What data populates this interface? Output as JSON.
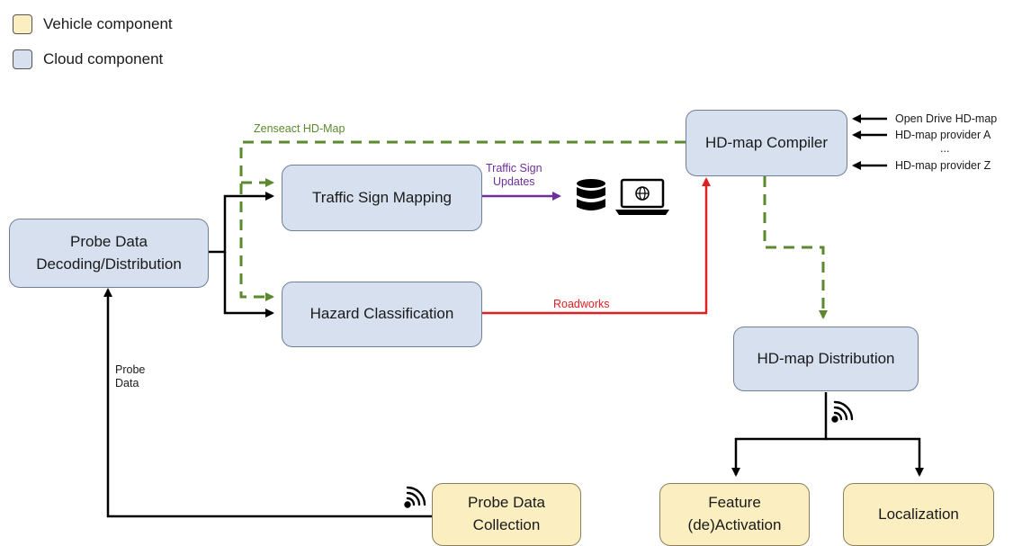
{
  "legend": {
    "vehicle_label": "Vehicle component",
    "cloud_label": "Cloud component",
    "vehicle_color": "#fbeec0",
    "cloud_color": "#d6e0ef"
  },
  "nodes": {
    "probe_decoding": "Probe Data\nDecoding/Distribution",
    "traffic_sign_mapping": "Traffic Sign Mapping",
    "hazard_classification": "Hazard Classification",
    "hd_map_compiler": "HD-map Compiler",
    "hd_map_distribution": "HD-map Distribution",
    "probe_collection": "Probe Data\nCollection",
    "feature_activation": "Feature\n(de)Activation",
    "localization": "Localization"
  },
  "edge_labels": {
    "zenseact_hd_map": "Zenseact HD-Map",
    "traffic_sign_updates": "Traffic Sign\nUpdates",
    "roadworks": "Roadworks",
    "probe_data": "Probe\nData"
  },
  "map_sources": {
    "open_drive": "Open Drive HD-map",
    "provider_a": "HD-map provider A",
    "ellipsis": "...",
    "provider_z": "HD-map provider Z"
  },
  "icons": [
    "database-icon",
    "laptop-globe-icon",
    "wireless-signal-icon"
  ],
  "colors": {
    "hd_map_link": "#5b8a2e",
    "traffic_sign_link": "#6d2f9c",
    "roadworks_link": "#e02020",
    "probe_link": "#000000"
  }
}
